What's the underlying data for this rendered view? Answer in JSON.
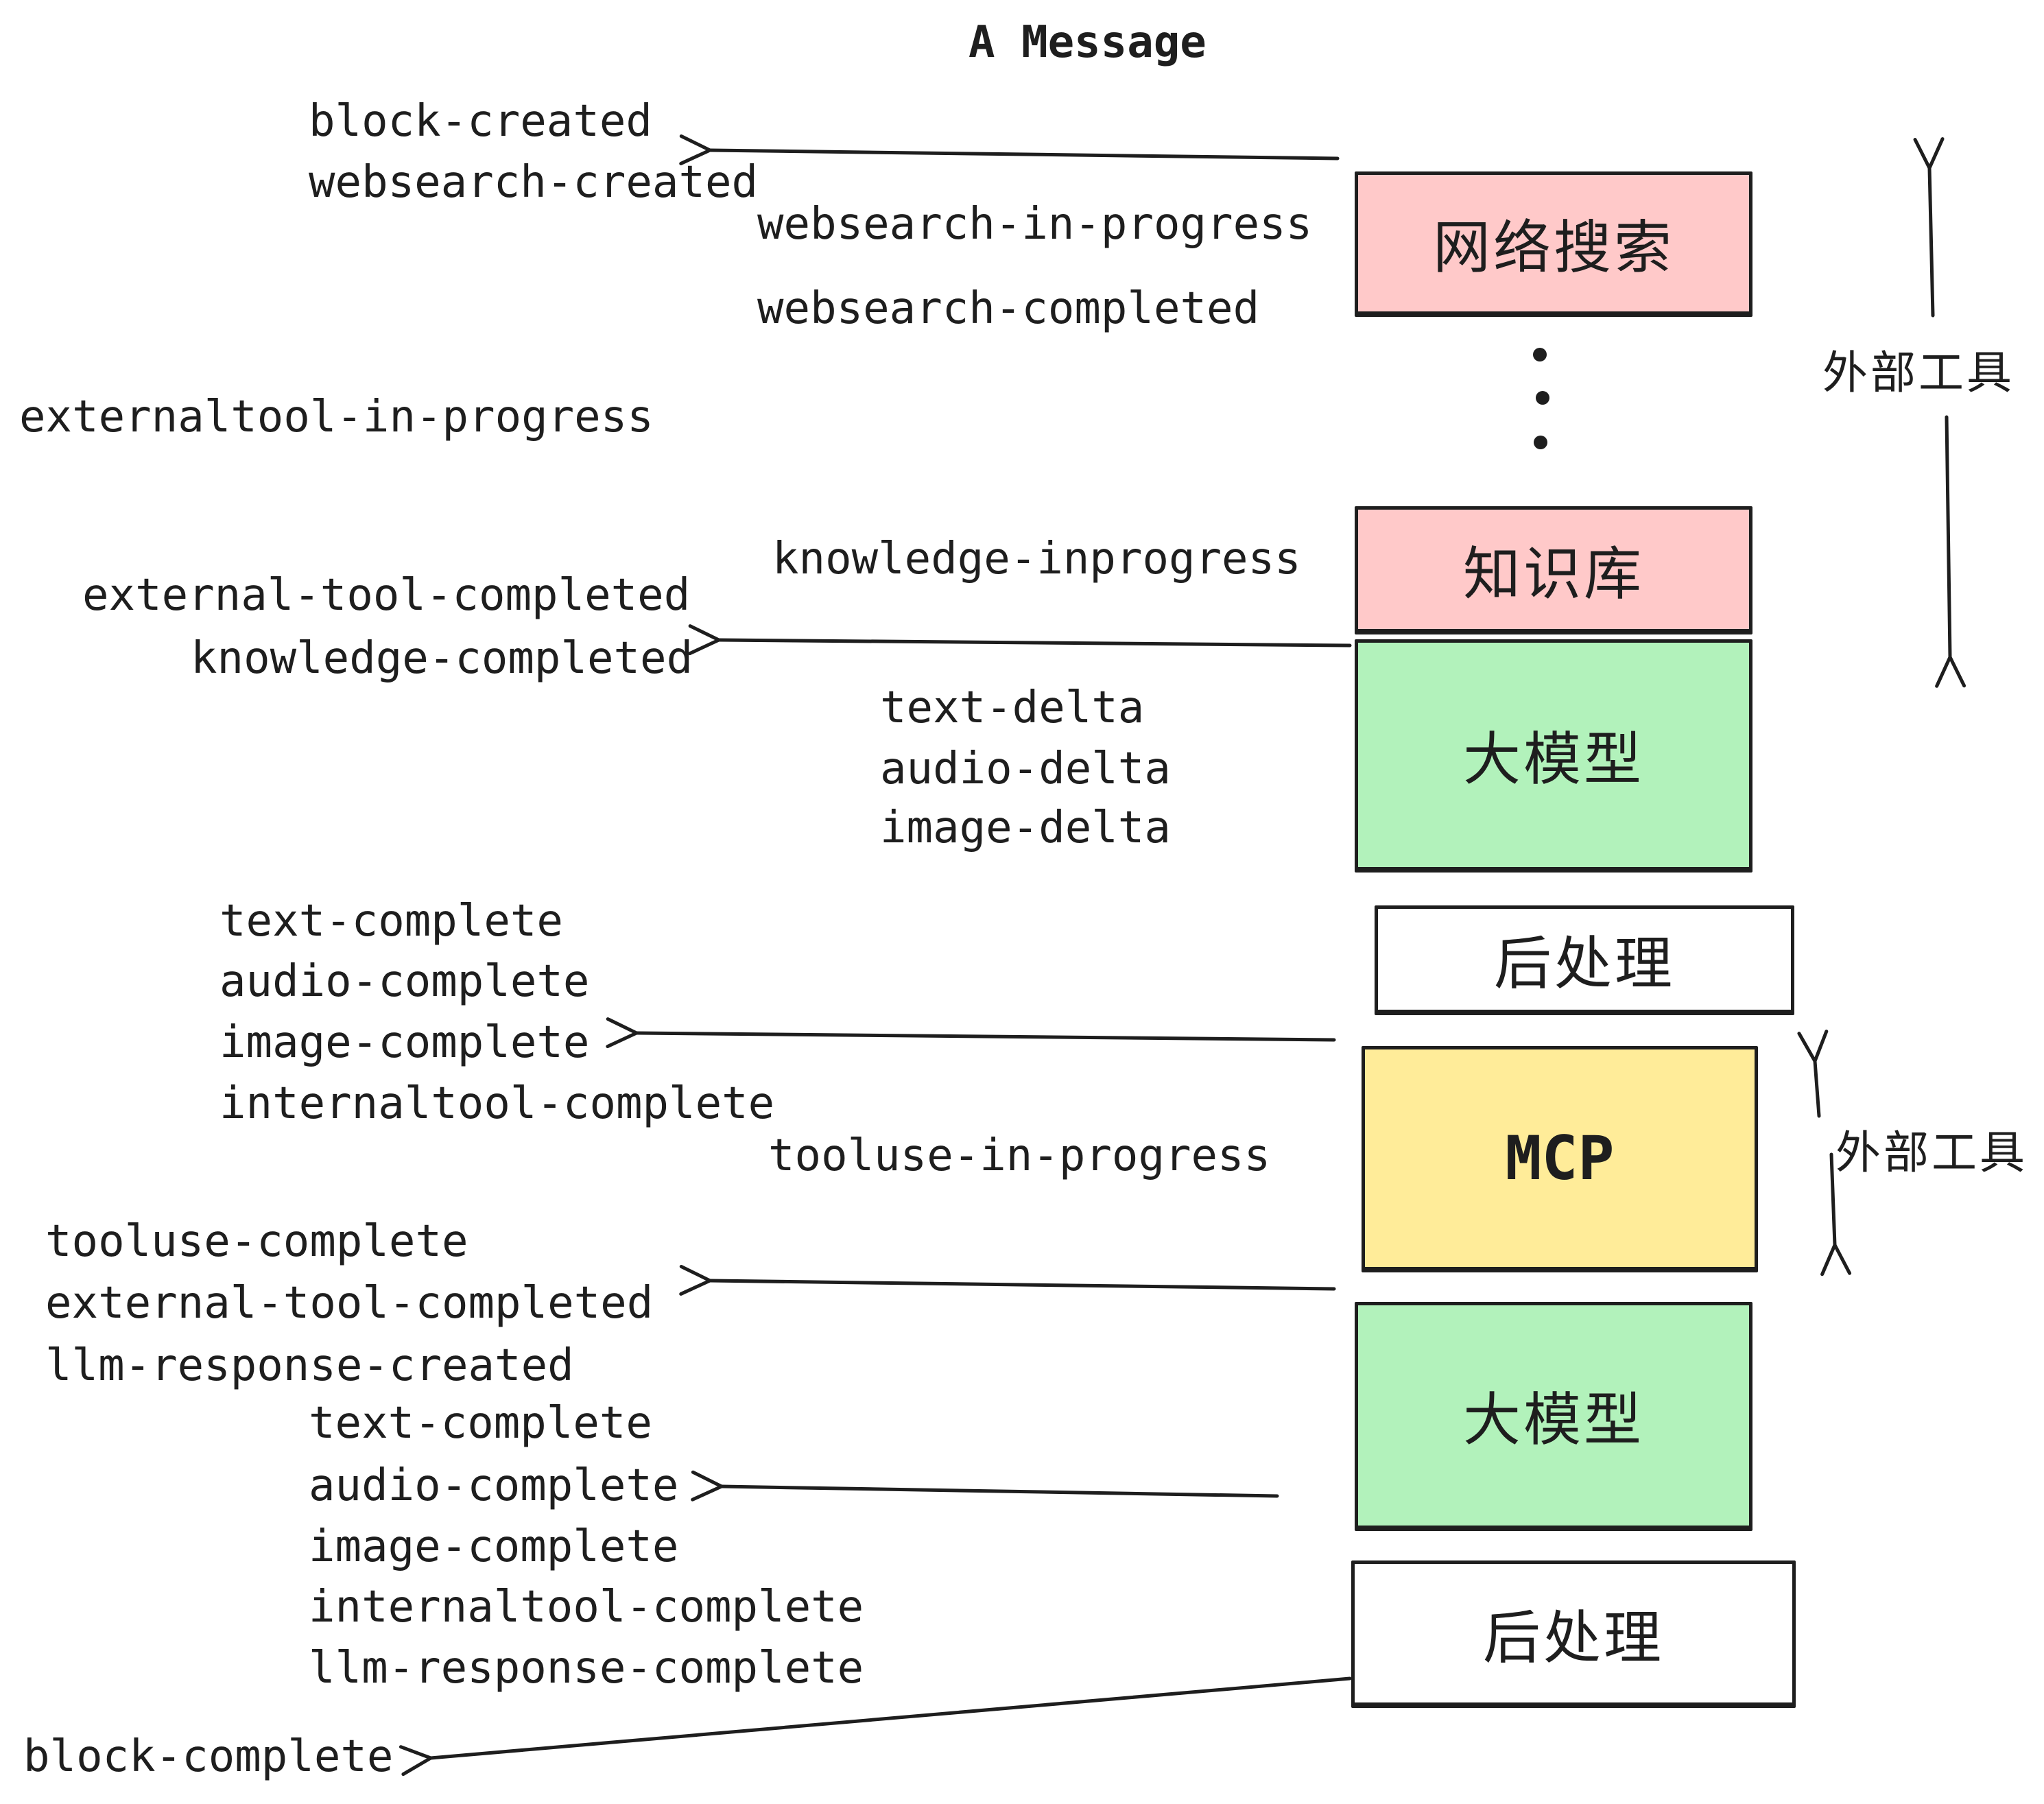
{
  "title": "A Message",
  "colors": {
    "pink": "#ffc9c9",
    "green": "#b2f2bb",
    "yellow": "#ffec99",
    "white": "#ffffff",
    "ink": "#1e1e1e"
  },
  "boxes": [
    {
      "id": "websearch",
      "label": "网络搜索",
      "color": "pink"
    },
    {
      "id": "knowledge",
      "label": "知识库",
      "color": "pink"
    },
    {
      "id": "llm-1",
      "label": "大模型",
      "color": "green"
    },
    {
      "id": "post-1",
      "label": "后处理",
      "color": "white"
    },
    {
      "id": "mcp",
      "label": "MCP",
      "color": "yellow"
    },
    {
      "id": "llm-2",
      "label": "大模型",
      "color": "green"
    },
    {
      "id": "post-2",
      "label": "后处理",
      "color": "white"
    }
  ],
  "side_labels": [
    {
      "text": "外部工具"
    },
    {
      "text": "外部工具"
    }
  ],
  "events": [
    {
      "text": "block-created"
    },
    {
      "text": "websearch-created"
    },
    {
      "text": "websearch-in-progress"
    },
    {
      "text": "websearch-completed"
    },
    {
      "text": "externaltool-in-progress"
    },
    {
      "text": "knowledge-inprogress"
    },
    {
      "text": "external-tool-completed"
    },
    {
      "text": "knowledge-completed"
    },
    {
      "text": "text-delta"
    },
    {
      "text": "audio-delta"
    },
    {
      "text": "image-delta"
    },
    {
      "text": "text-complete"
    },
    {
      "text": "audio-complete"
    },
    {
      "text": "image-complete"
    },
    {
      "text": "internaltool-complete"
    },
    {
      "text": "tooluse-in-progress"
    },
    {
      "text": "tooluse-complete"
    },
    {
      "text": "external-tool-completed"
    },
    {
      "text": "llm-response-created"
    },
    {
      "text": "text-complete"
    },
    {
      "text": "audio-complete"
    },
    {
      "text": "image-complete"
    },
    {
      "text": "internaltool-complete"
    },
    {
      "text": "llm-response-complete"
    },
    {
      "text": "block-complete"
    }
  ]
}
